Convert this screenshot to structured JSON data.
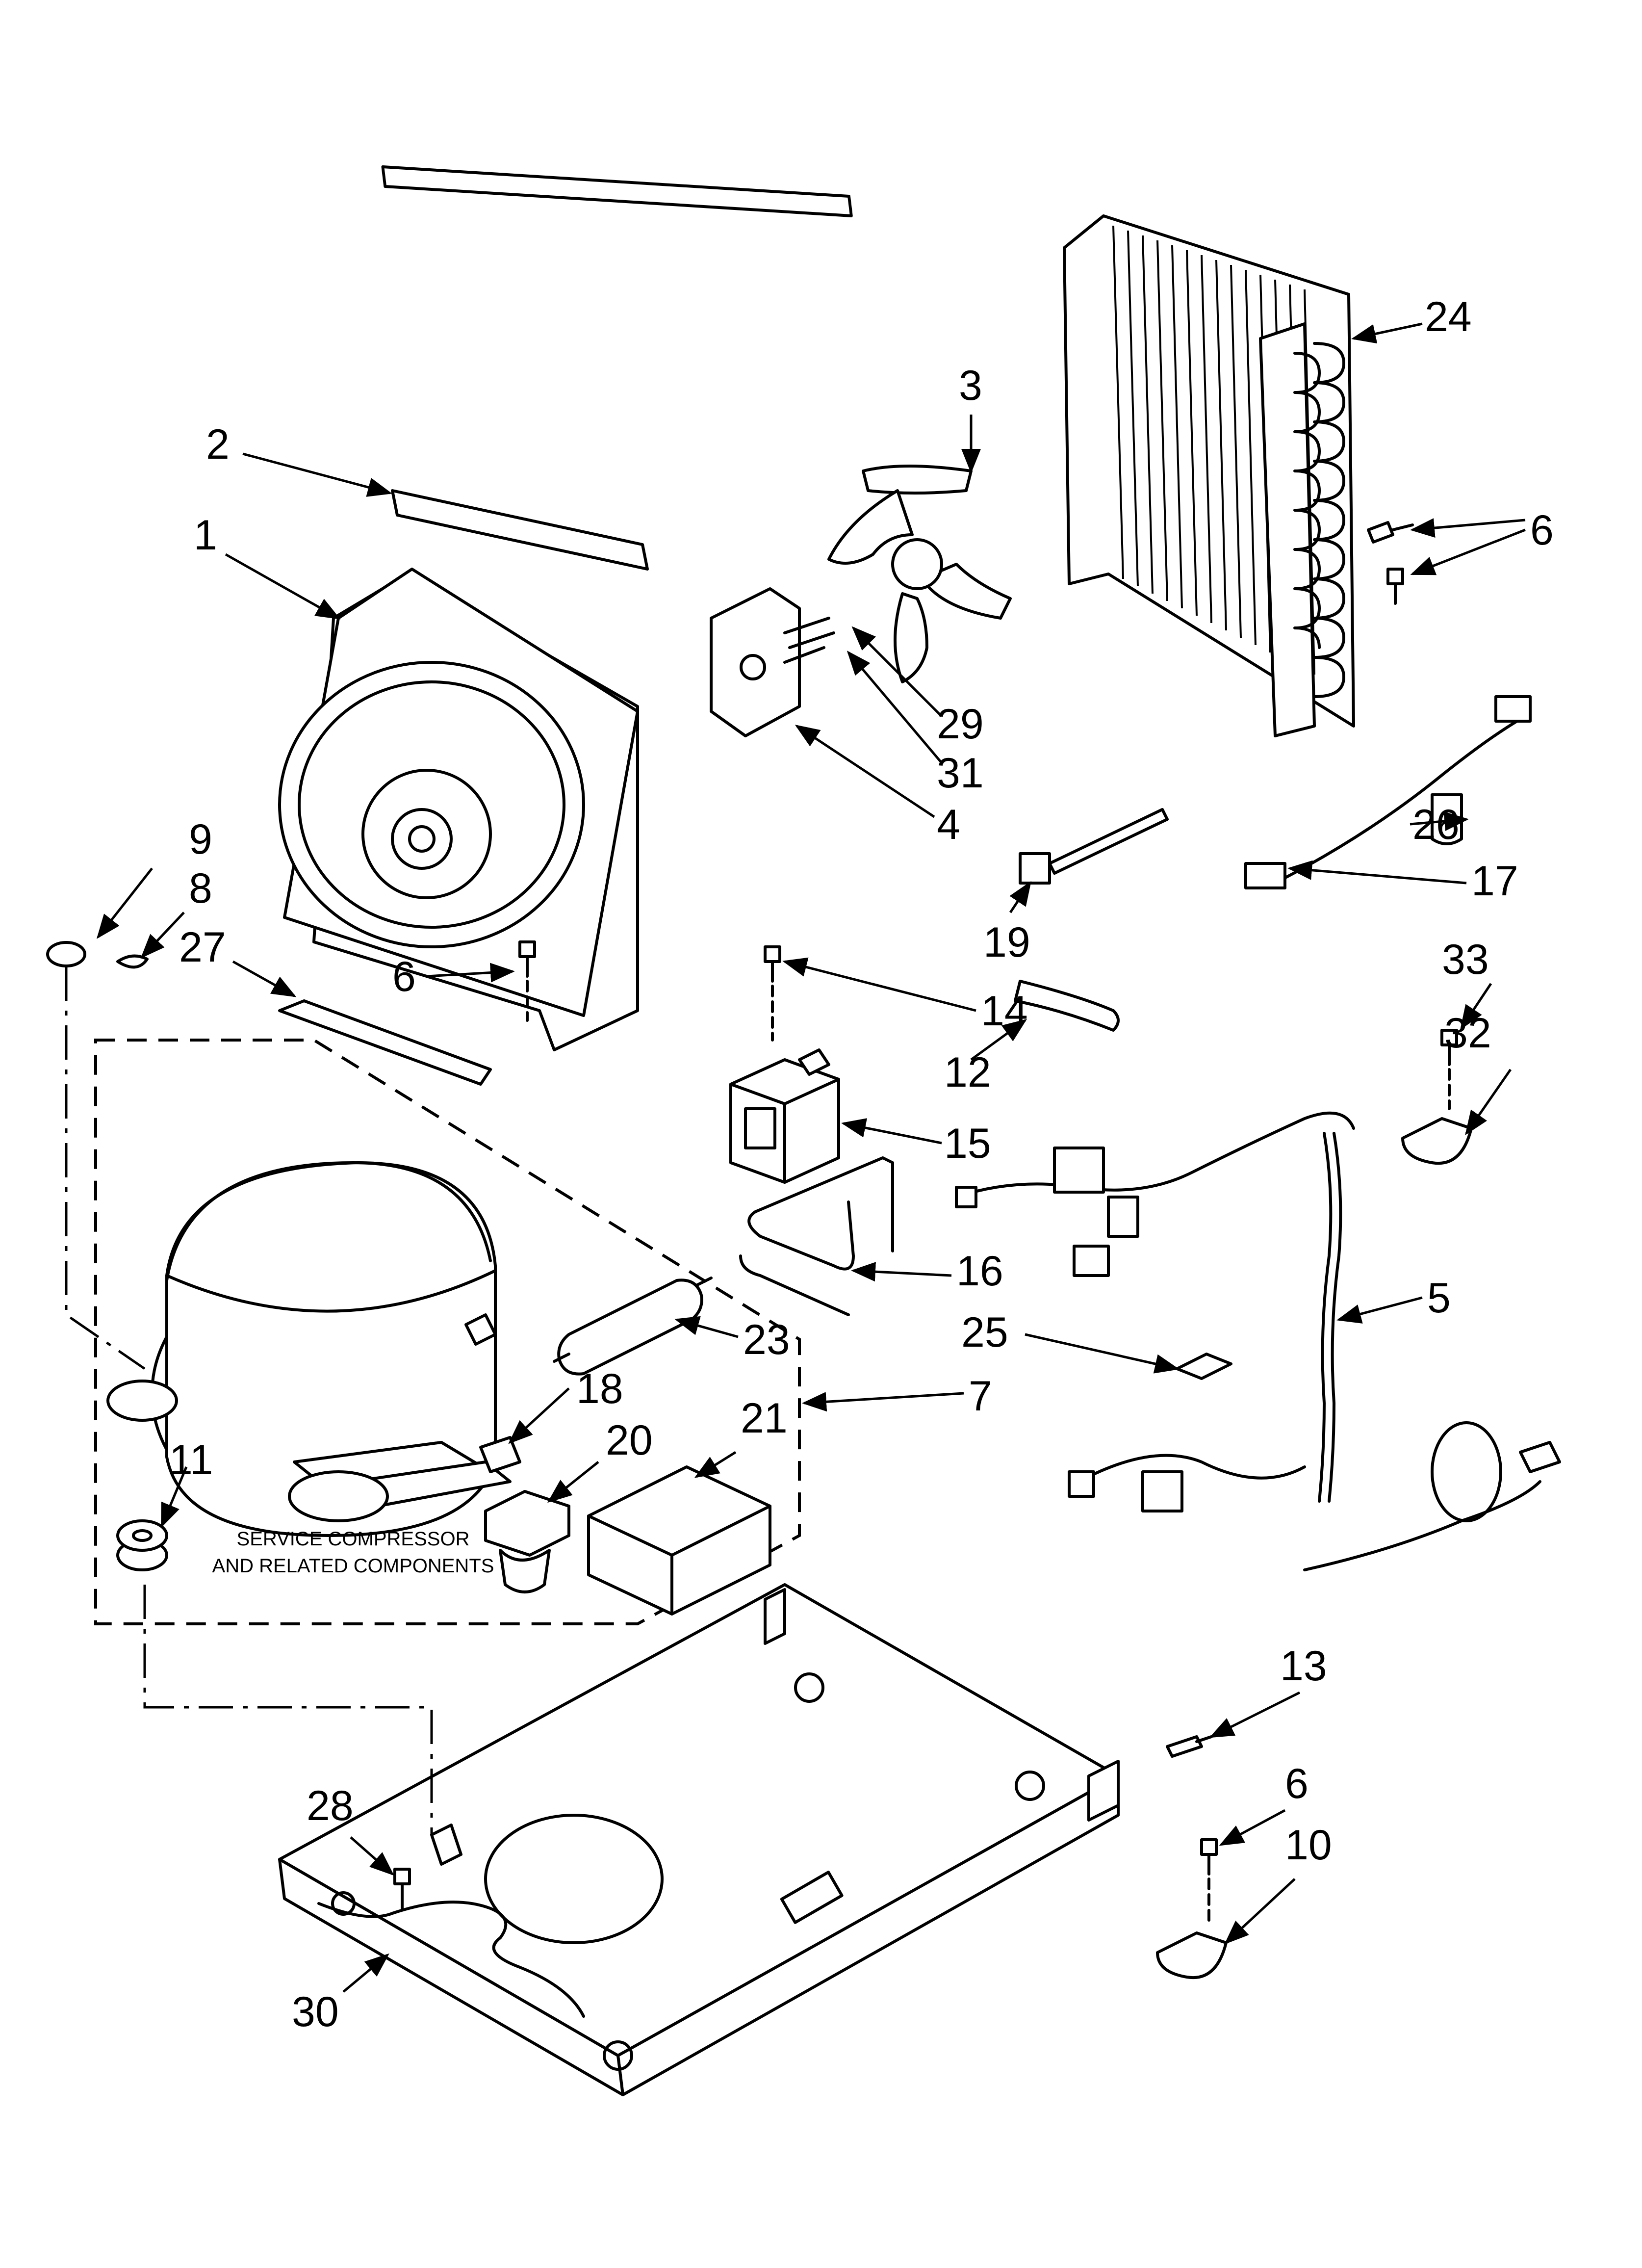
{
  "callouts": {
    "c1": "1",
    "c2": "2",
    "c3": "3",
    "c4": "4",
    "c5": "5",
    "c6a": "6",
    "c6b": "6",
    "c6c": "6",
    "c7": "7",
    "c8": "8",
    "c9": "9",
    "c10": "10",
    "c11": "11",
    "c12": "12",
    "c13": "13",
    "c14": "14",
    "c15": "15",
    "c16": "16",
    "c17": "17",
    "c18": "18",
    "c19": "19",
    "c20": "20",
    "c21": "21",
    "c23": "23",
    "c24": "24",
    "c25": "25",
    "c26": "26",
    "c27": "27",
    "c28": "28",
    "c29": "29",
    "c30": "30",
    "c31": "31",
    "c32": "32",
    "c33": "33"
  },
  "service_note": {
    "line1": "SERVICE COMPRESSOR",
    "line2": "AND RELATED COMPONENTS"
  }
}
